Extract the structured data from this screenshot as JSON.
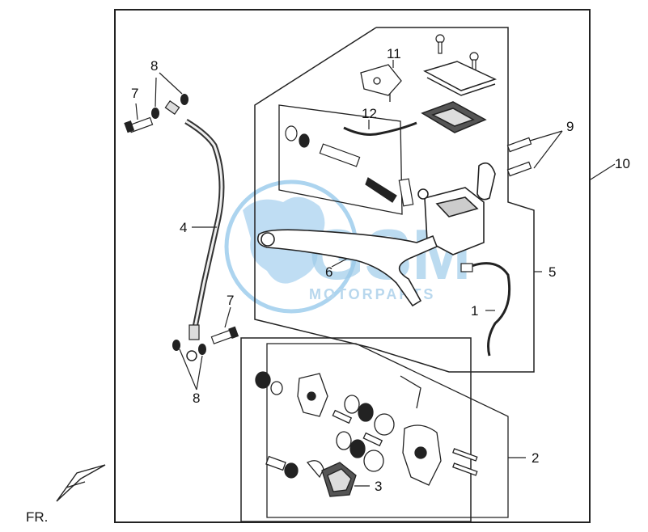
{
  "diagram": {
    "callouts": [
      "1",
      "2",
      "3",
      "4",
      "5",
      "6",
      "7",
      "7",
      "8",
      "8",
      "9",
      "10",
      "11",
      "12"
    ],
    "direction_label": "FR.",
    "watermark": {
      "logo_text": "GSM",
      "sub_text": "MOTORPARTS",
      "color": "#5aa8dc"
    },
    "line_color": "#222222"
  }
}
